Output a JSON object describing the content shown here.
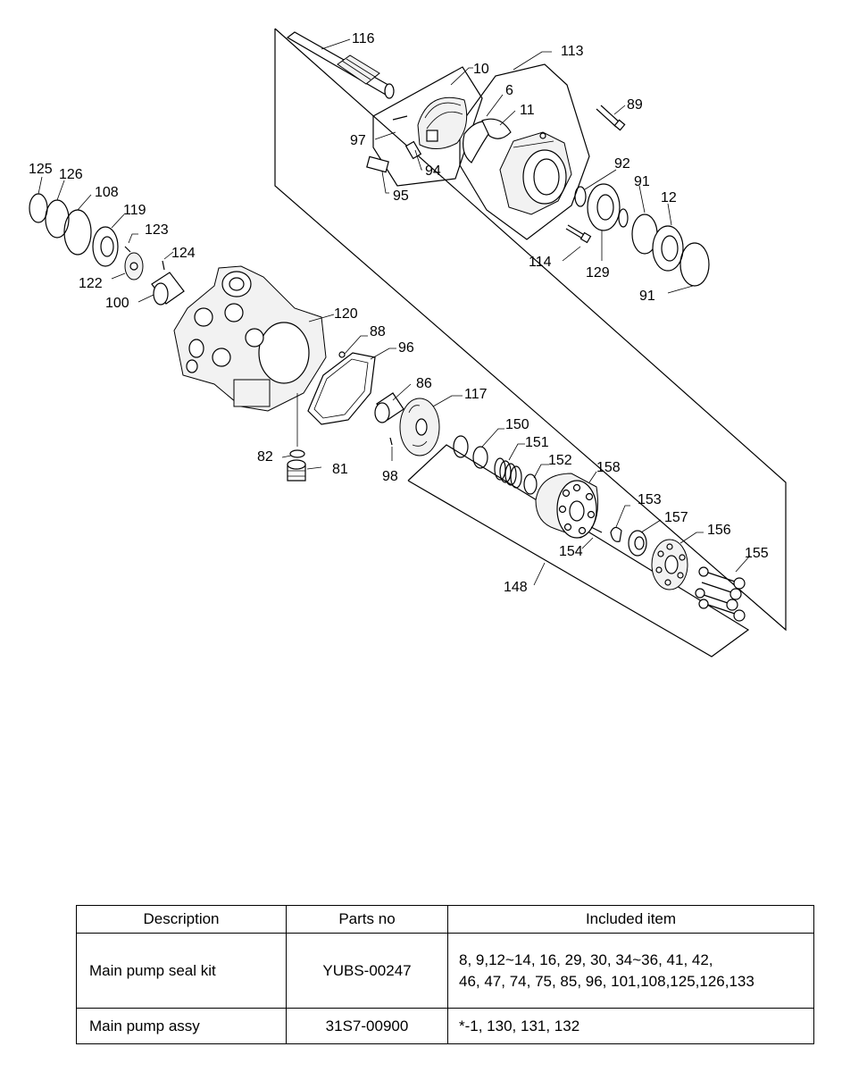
{
  "diagram": {
    "callouts": [
      {
        "text": "116"
      },
      {
        "text": "10"
      },
      {
        "text": "113"
      },
      {
        "text": "6"
      },
      {
        "text": "11"
      },
      {
        "text": "89"
      },
      {
        "text": "97"
      },
      {
        "text": "94"
      },
      {
        "text": "95"
      },
      {
        "text": "92"
      },
      {
        "text": "91"
      },
      {
        "text": "12"
      },
      {
        "text": "114"
      },
      {
        "text": "129"
      },
      {
        "text": "91"
      },
      {
        "text": "125"
      },
      {
        "text": "126"
      },
      {
        "text": "108"
      },
      {
        "text": "119"
      },
      {
        "text": "123"
      },
      {
        "text": "124"
      },
      {
        "text": "122"
      },
      {
        "text": "100"
      },
      {
        "text": "120"
      },
      {
        "text": "88"
      },
      {
        "text": "96"
      },
      {
        "text": "86"
      },
      {
        "text": "117"
      },
      {
        "text": "82"
      },
      {
        "text": "81"
      },
      {
        "text": "98"
      },
      {
        "text": "150"
      },
      {
        "text": "151"
      },
      {
        "text": "152"
      },
      {
        "text": "158"
      },
      {
        "text": "153"
      },
      {
        "text": "157"
      },
      {
        "text": "156"
      },
      {
        "text": "155"
      },
      {
        "text": "154"
      },
      {
        "text": "148"
      }
    ]
  },
  "table": {
    "headers": [
      "Description",
      "Parts no",
      "Included item"
    ],
    "rows": [
      {
        "description": "Main pump seal kit",
        "parts_no": "YUBS-00247",
        "included_line1": "8, 9,12~14, 16, 29, 30, 34~36, 41, 42,",
        "included_line2": "46, 47, 74, 75, 85, 96, 101,108,125,126,133"
      },
      {
        "description": "Main pump assy",
        "parts_no": "31S7-00900",
        "included_line1": "*-1, 130, 131, 132"
      }
    ]
  }
}
